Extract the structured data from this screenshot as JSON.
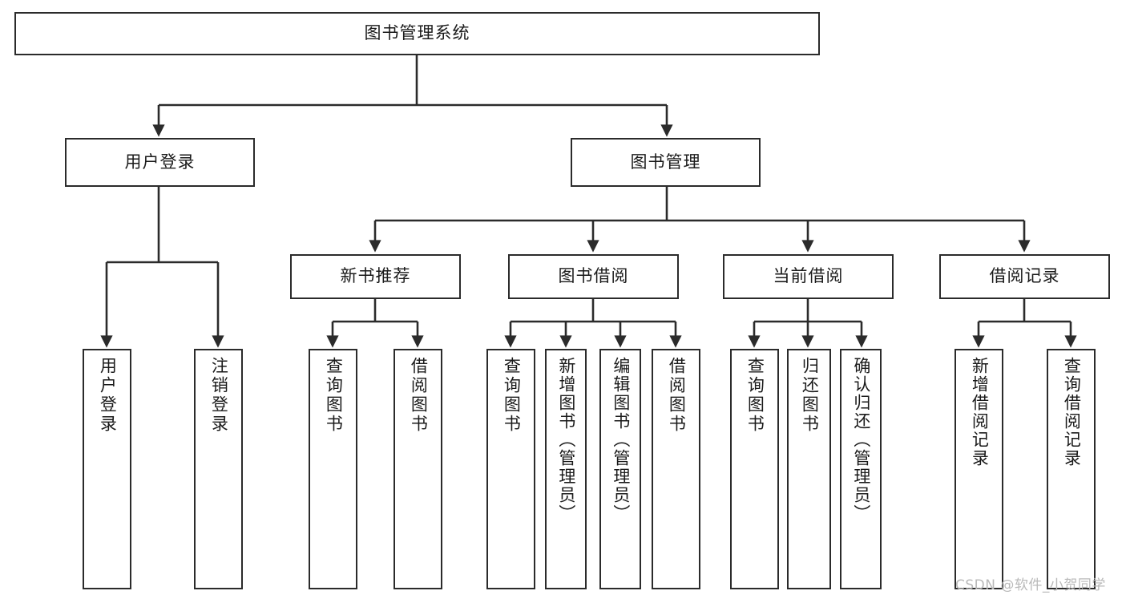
{
  "diagram": {
    "title": "图书管理系统",
    "type": "tree-hierarchy",
    "root": {
      "label": "图书管理系统"
    },
    "level1": [
      {
        "label": "用户登录"
      },
      {
        "label": "图书管理"
      }
    ],
    "level2": [
      {
        "label": "新书推荐"
      },
      {
        "label": "图书借阅"
      },
      {
        "label": "当前借阅"
      },
      {
        "label": "借阅记录"
      }
    ],
    "leaves": {
      "user_login": [
        {
          "label": "用户登录"
        },
        {
          "label": "注销登录"
        }
      ],
      "new_book_recommend": [
        {
          "label": "查询图书"
        },
        {
          "label": "借阅图书"
        }
      ],
      "book_borrow": [
        {
          "label": "查询图书"
        },
        {
          "label": "新增图书（管理员）"
        },
        {
          "label": "编辑图书（管理员）"
        },
        {
          "label": "借阅图书"
        }
      ],
      "current_borrow": [
        {
          "label": "查询图书"
        },
        {
          "label": "归还图书"
        },
        {
          "label": "确认归还（管理员）"
        }
      ],
      "borrow_record": [
        {
          "label": "新增借阅记录"
        },
        {
          "label": "查询借阅记录"
        }
      ]
    },
    "watermark": "CSDN @软件_小贺同学",
    "colors": {
      "border": "#2b2b2b",
      "text": "#1a1a1a",
      "background": "#ffffff",
      "edge": "#2b2b2b",
      "watermark": "#b9b9b9"
    }
  }
}
